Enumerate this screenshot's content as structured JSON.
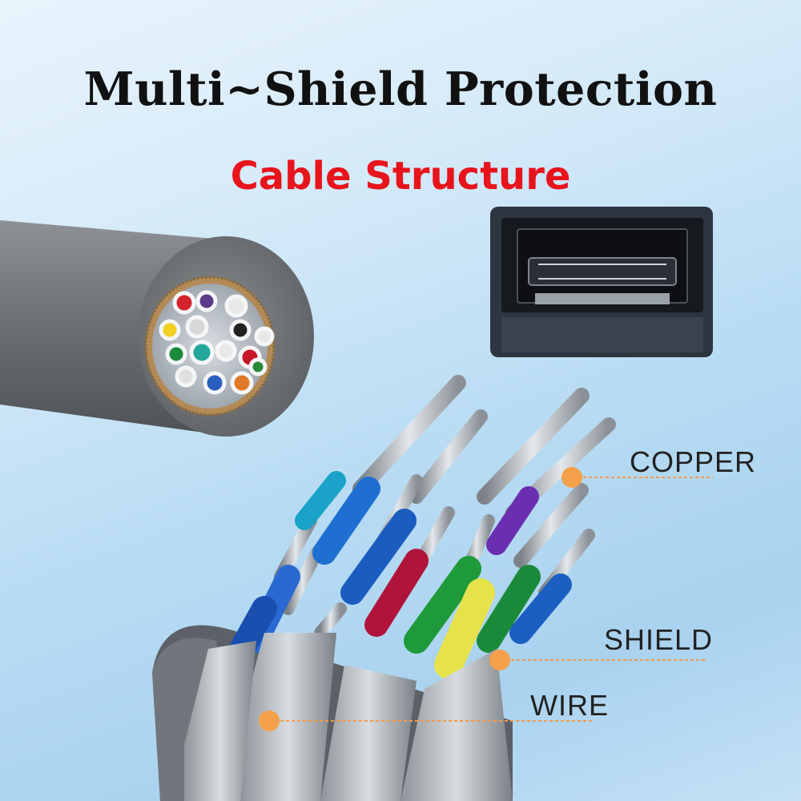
{
  "header": {
    "title": "Multi~Shield Protection",
    "subtitle": "Cable Structure"
  },
  "callouts": {
    "copper": "COPPER",
    "shield": "SHIELD",
    "wire": "WIRE"
  },
  "colors": {
    "title": "#111111",
    "subtitle": "#e8141c",
    "callout_dot": "#f5a04a",
    "callout_line": "#f39a4a"
  }
}
